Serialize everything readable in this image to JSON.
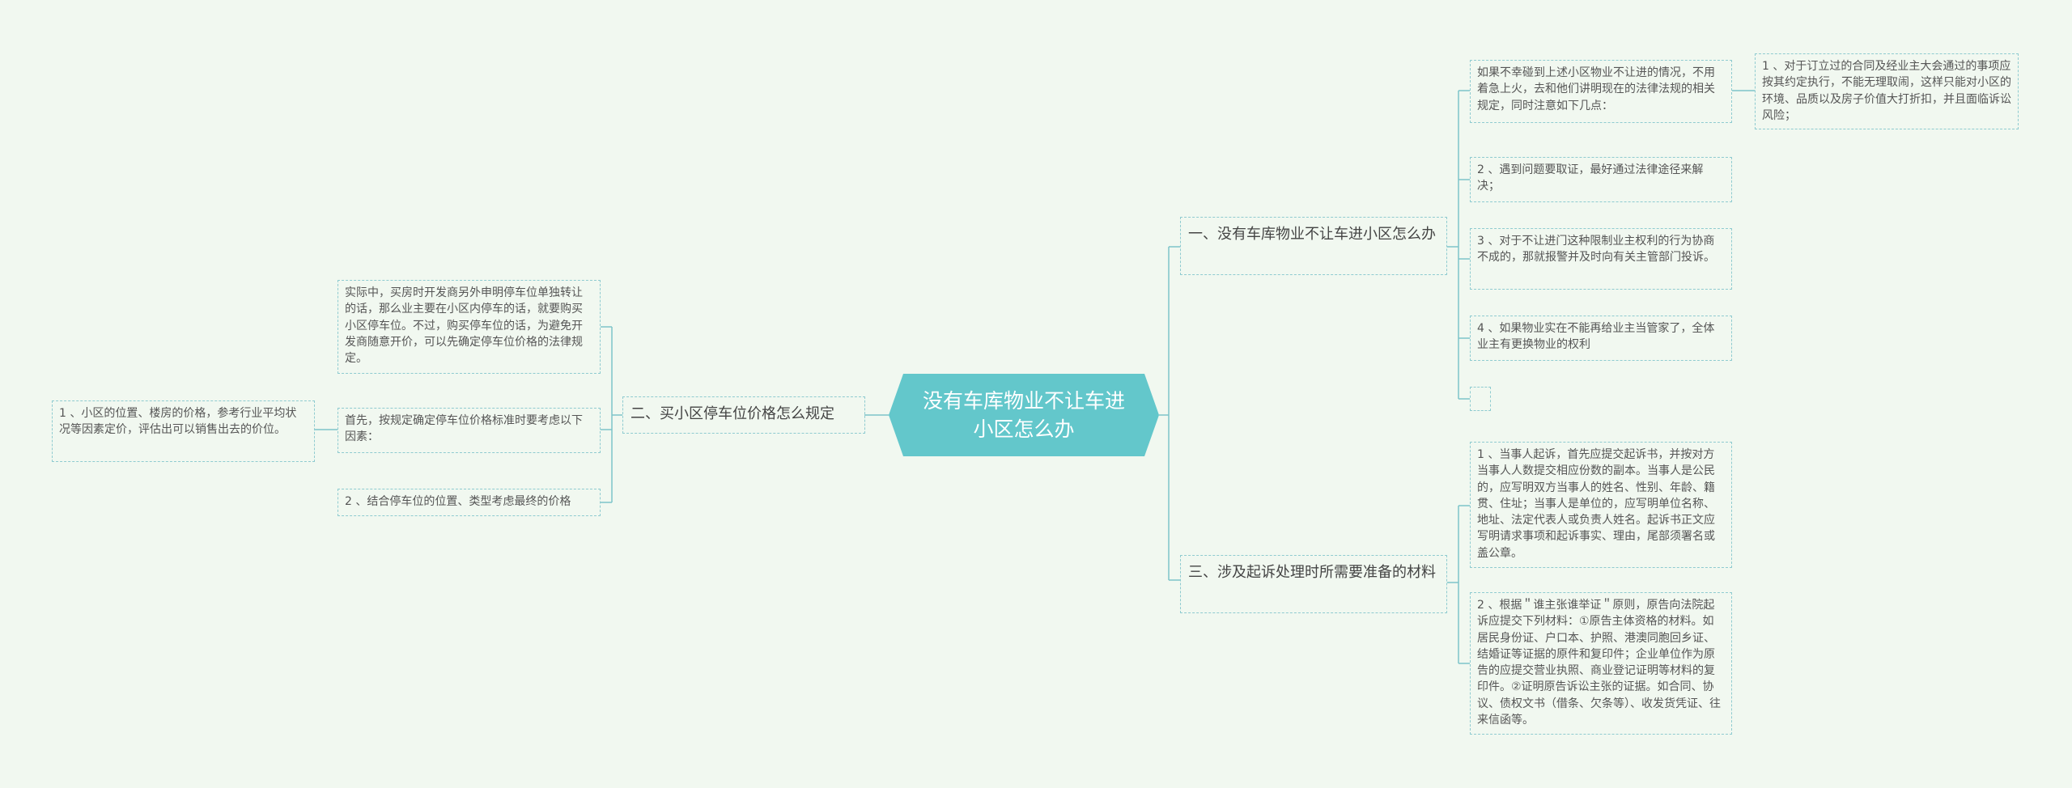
{
  "root": {
    "text": "没有车库物业不让车进小区怎么办"
  },
  "branches": [
    {
      "text": "一、没有车库物业不让车进小区怎么办",
      "children": [
        {
          "text": "如果不幸碰到上述小区物业不让进的情况，不用着急上火，去和他们讲明现在的法律法规的相关规定，同时注意如下几点：",
          "children": [
            {
              "text": "1 、对于订立过的合同及经业主大会通过的事项应按其约定执行，不能无理取闹，这样只能对小区的环境、品质以及房子价值大打折扣，并且面临诉讼风险；"
            }
          ]
        },
        {
          "text": "2 、遇到问题要取证，最好通过法律途径来解决；"
        },
        {
          "text": "3 、对于不让进门这种限制业主权利的行为协商不成的，那就报警并及时向有关主管部门投诉。"
        },
        {
          "text": "4 、如果物业实在不能再给业主当管家了，全体业主有更换物业的权利"
        },
        {
          "text": ""
        }
      ]
    },
    {
      "text": "二、买小区停车位价格怎么规定",
      "children": [
        {
          "text": "实际中，买房时开发商另外申明停车位单独转让的话，那么业主要在小区内停车的话，就要购买小区停车位。不过，购买停车位的话，为避免开发商随意开价，可以先确定停车位价格的法律规定。"
        },
        {
          "text": "首先，按规定确定停车位价格标准时要考虑以下因素：",
          "children": [
            {
              "text": "1 、小区的位置、楼房的价格，参考行业平均状况等因素定价，评估出可以销售出去的价位。"
            }
          ]
        },
        {
          "text": "2 、结合停车位的位置、类型考虑最终的价格"
        }
      ]
    },
    {
      "text": "三、涉及起诉处理时所需要准备的材料",
      "children": [
        {
          "text": "1 、当事人起诉，首先应提交起诉书，并按对方当事人人数提交相应份数的副本。当事人是公民的，应写明双方当事人的姓名、性别、年龄、籍贯、住址；当事人是单位的，应写明单位名称、地址、法定代表人或负责人姓名。起诉书正文应写明请求事项和起诉事实、理由，尾部须署名或盖公章。"
        },
        {
          "text": "2 、根据＂谁主张谁举证＂原则，原告向法院起诉应提交下列材料：①原告主体资格的材料。如居民身份证、户口本、护照、港澳同胞回乡证、结婚证等证据的原件和复印件；企业单位作为原告的应提交营业执照、商业登记证明等材料的复印件。②证明原告诉讼主张的证据。如合同、协议、债权文书（借条、欠条等）、收发货凭证、往来信函等。"
        }
      ]
    }
  ]
}
